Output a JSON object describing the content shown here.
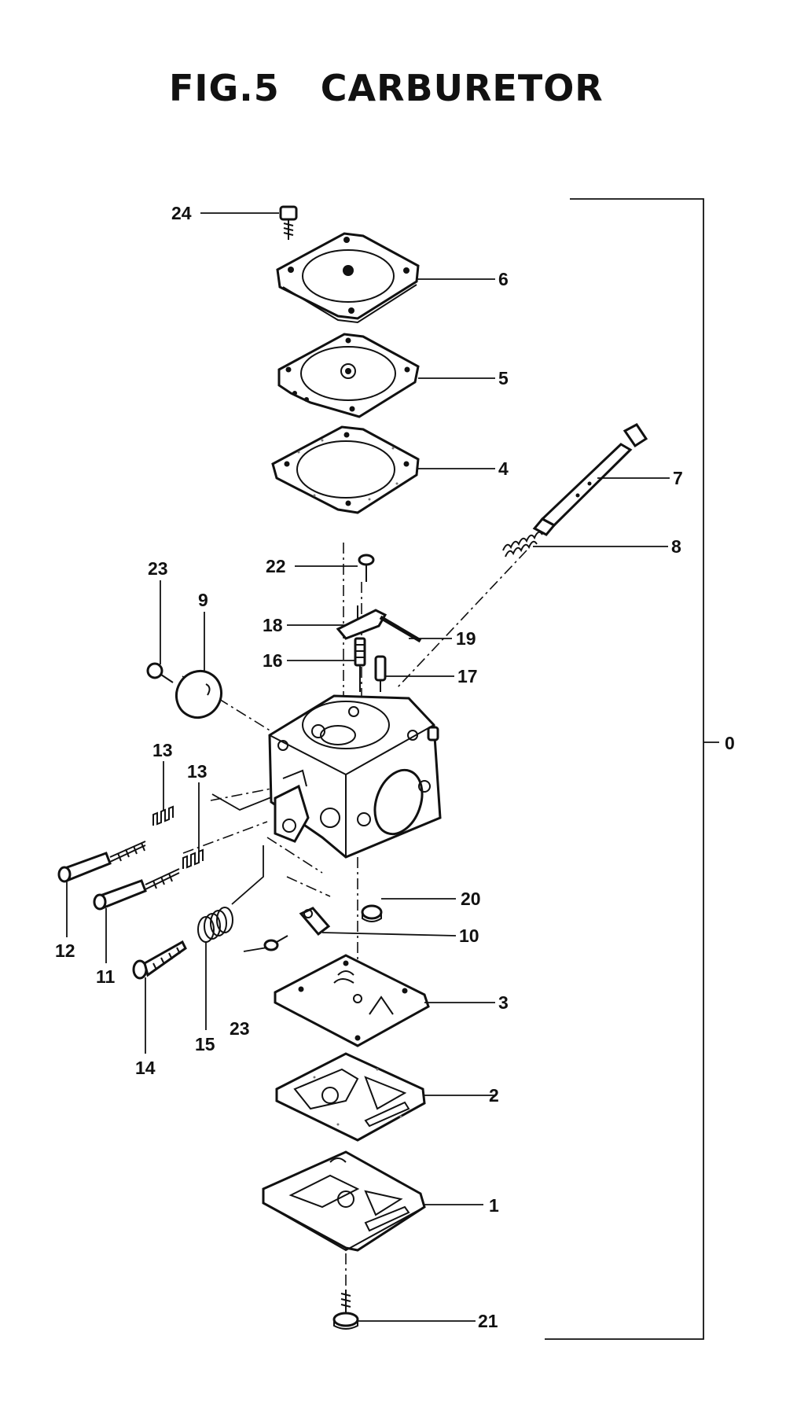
{
  "title": {
    "fig": "FIG.5",
    "name": "CARBURETOR"
  },
  "callouts": [
    "0",
    "1",
    "2",
    "3",
    "4",
    "5",
    "6",
    "7",
    "8",
    "9",
    "10",
    "11",
    "12",
    "13",
    "13",
    "14",
    "15",
    "16",
    "17",
    "18",
    "19",
    "20",
    "21",
    "22",
    "23",
    "23",
    "24"
  ],
  "colors": {
    "ink": "#111111",
    "paper": "#ffffff"
  }
}
